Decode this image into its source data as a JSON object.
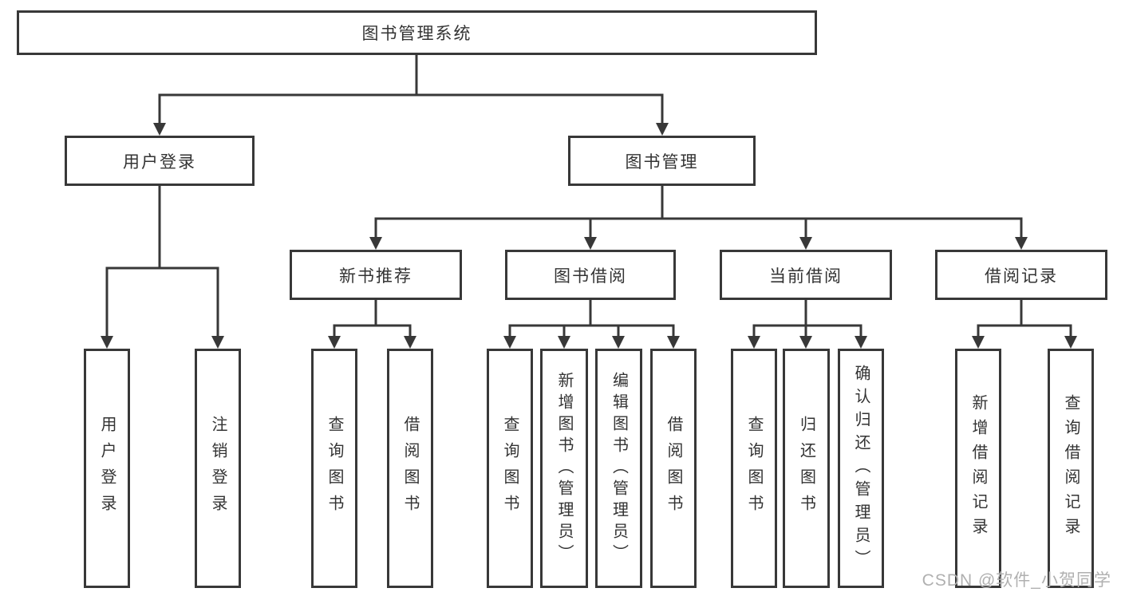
{
  "diagram": {
    "type": "hierarchy-tree",
    "tree": {
      "label": "图书管理系统",
      "children": [
        {
          "label": "用户登录",
          "children": [
            {
              "label": "用户登录"
            },
            {
              "label": "注销登录"
            }
          ]
        },
        {
          "label": "图书管理",
          "children": [
            {
              "label": "新书推荐",
              "children": [
                {
                  "label": "查询图书"
                },
                {
                  "label": "借阅图书"
                }
              ]
            },
            {
              "label": "图书借阅",
              "children": [
                {
                  "label": "查询图书"
                },
                {
                  "label": "新增图书（管理员）"
                },
                {
                  "label": "编辑图书（管理员）"
                },
                {
                  "label": "借阅图书"
                }
              ]
            },
            {
              "label": "当前借阅",
              "children": [
                {
                  "label": "查询图书"
                },
                {
                  "label": "归还图书"
                },
                {
                  "label": "确认归还（管理员）"
                }
              ]
            },
            {
              "label": "借阅记录",
              "children": [
                {
                  "label": "新增借阅记录"
                },
                {
                  "label": "查询借阅记录"
                }
              ]
            }
          ]
        }
      ]
    },
    "colors": {
      "line": "#383838",
      "box_border": "#383838",
      "text": "#333333",
      "watermark": "#b0b0b0",
      "background": "#ffffff"
    }
  },
  "watermark": {
    "text": "CSDN @软件_小贺同学"
  }
}
